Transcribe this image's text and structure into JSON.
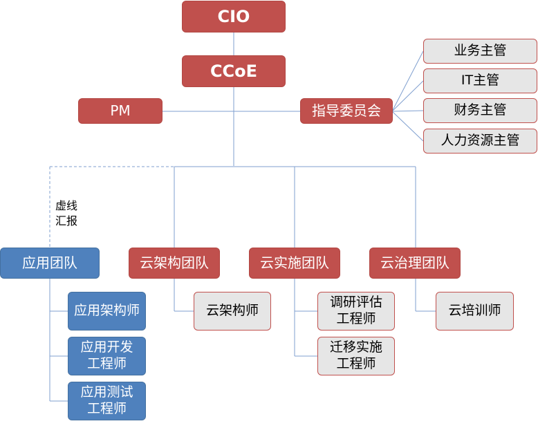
{
  "top": {
    "cio": "CIO",
    "ccoe": "CCoE"
  },
  "pm": "PM",
  "committee": {
    "label": "指导委员会",
    "members": [
      "业务主管",
      "IT主管",
      "财务主管",
      "人力资源主管"
    ]
  },
  "note": "虚线\n汇报",
  "teams": {
    "app": {
      "label": "应用团队",
      "roles": [
        "应用架构师",
        "应用开发\n工程师",
        "应用测试\n工程师"
      ]
    },
    "arch": {
      "label": "云架构团队",
      "roles": [
        "云架构师"
      ]
    },
    "impl": {
      "label": "云实施团队",
      "roles": [
        "调研评估\n工程师",
        "迁移实施\n工程师"
      ]
    },
    "gov": {
      "label": "云治理团队",
      "roles": [
        "云培训师"
      ]
    }
  },
  "colors": {
    "primary_red": "#c0504d",
    "team_blue": "#4f81bd",
    "member_grey": "#e6e6e6",
    "connector": "#7f9fcf"
  }
}
